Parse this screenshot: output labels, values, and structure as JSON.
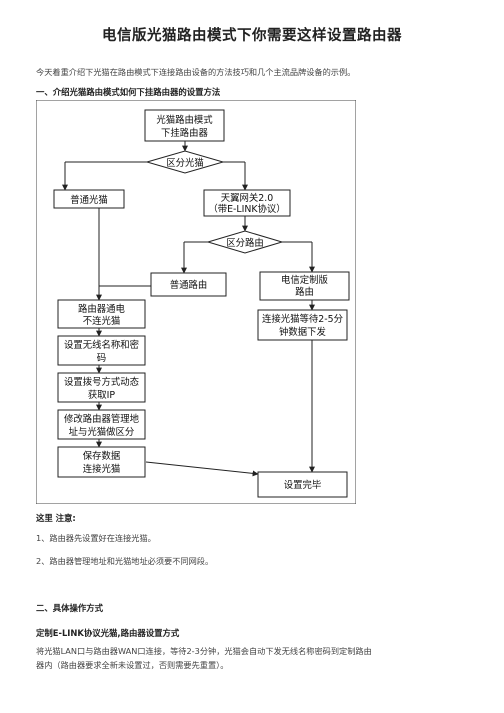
{
  "title": "电信版光猫路由模式下你需要这样设置路由器",
  "intro": "今天着重介绍下光猫在路由模式下连接路由设备的方法技巧和几个主流品牌设备的示例。",
  "section1_heading": "一、介绍光猫路由模式如何下挂路由器的设置方法",
  "flowchart": {
    "start": [
      "光猫路由模式",
      "下挂路由器"
    ],
    "decision1": "区分光猫",
    "normal_modem": "普通光猫",
    "tianyi": [
      "天翼网关2.0",
      "（带E-LINK协议）"
    ],
    "decision2": "区分路由",
    "normal_router": "普通路由",
    "telecom_router": [
      "电信定制版",
      "路由"
    ],
    "router_power": [
      "路由器通电",
      "不连光猫"
    ],
    "connect_wait": [
      "连接光猫等待2-5分",
      "钟数据下发"
    ],
    "set_wifi": [
      "设置无线名称和密",
      "码"
    ],
    "set_dial": [
      "设置拨号方式动态",
      "获取IP"
    ],
    "modify_addr": [
      "修改路由器管理地",
      "址与光猫做区分"
    ],
    "save": [
      "保存数据",
      "连接光猫"
    ],
    "done": "设置完毕"
  },
  "note_heading": "这里 注意:",
  "notes": [
    "1、路由器先设置好在连接光猫。",
    "2、路由器管理地址和光猫地址必须要不同网段。"
  ],
  "section2_heading": "二、具体操作方式",
  "subheading": "定制E-LINK协议光猫,路由器设置方式",
  "body_lines": [
    "将光猫LAN口与路由器WAN口连接，等待2-3分钟，光猫会自动下发无线名称密码到定制路由",
    "器内（路由器要求全新未设置过，否则需要先重置）。"
  ]
}
